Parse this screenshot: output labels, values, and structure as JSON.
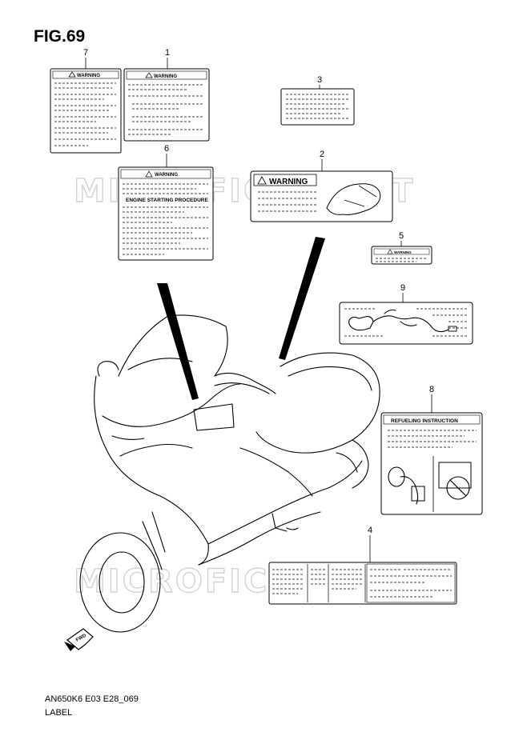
{
  "figure": {
    "title": "FIG.69",
    "model_code": "AN650K6 E03 E28_069",
    "caption": "LABEL"
  },
  "watermark": "MICROFICHE.NET",
  "callouts": [
    "1",
    "2",
    "3",
    "4",
    "5",
    "6",
    "7",
    "8",
    "9"
  ],
  "labels": {
    "warning_text": "WARNING",
    "engine_starting": "ENGINE STARTING PROCEDURE",
    "refueling": "REFUELING INSTRUCTION"
  },
  "fwd_text": "FWD"
}
